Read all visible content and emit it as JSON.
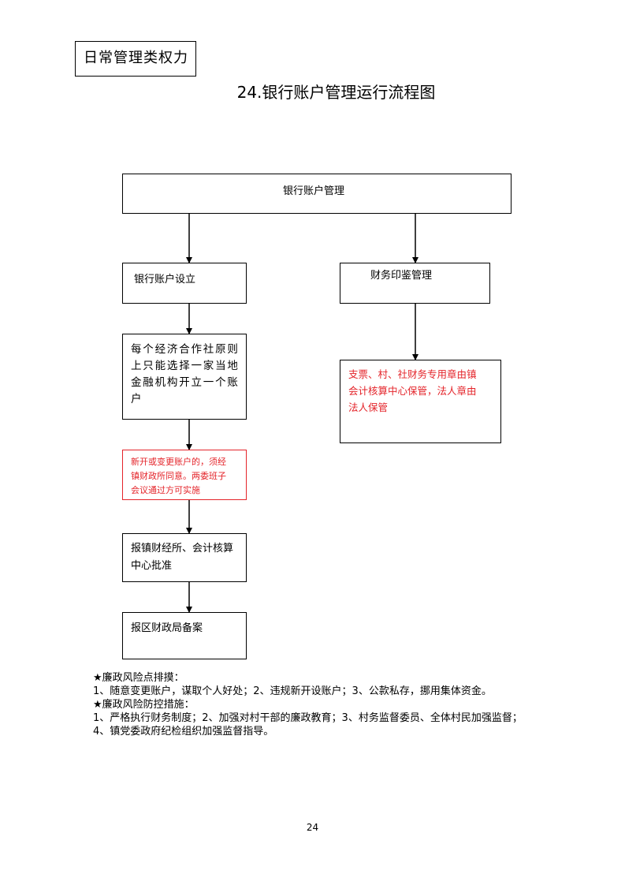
{
  "category_label": "日常管理类权力",
  "title": "24.银行账户管理运行流程图",
  "nodes": {
    "root": "银行账户管理",
    "account_setup": "银行账户设立",
    "seal_management": "财务印鉴管理",
    "one_account_rule": [
      "每个经济合作社原则",
      "上只能选择一家当地",
      "金融机构开立一个账",
      "户"
    ],
    "change_approval": [
      "新开或变更账户的，须经",
      "镇财政所同意。两委班子",
      "会议通过方可实施"
    ],
    "report_approval": [
      "报镇财经所、会计核算",
      "中心批准"
    ],
    "filing": "报区财政局备案",
    "seal_custody": [
      "支票、村、社财务专用章由镇",
      "会计核算中心保管，法人章由",
      "法人保管"
    ]
  },
  "risk": {
    "points_heading": "★廉政风险点排摸：",
    "points_text": "1、随意变更账户，谋取个人好处；2、违规新开设账户；3、公款私存，挪用集体资金。",
    "measures_heading": "★廉政风险防控措施：",
    "measures_text": "1、严格执行财务制度；2、加强对村干部的廉政教育；3、村务监督委员、全体村民加强监督；4、镇党委政府纪检组织加强监督指导。"
  },
  "page_number": "24",
  "colors": {
    "highlight": "#e4242a",
    "line": "#000000"
  }
}
